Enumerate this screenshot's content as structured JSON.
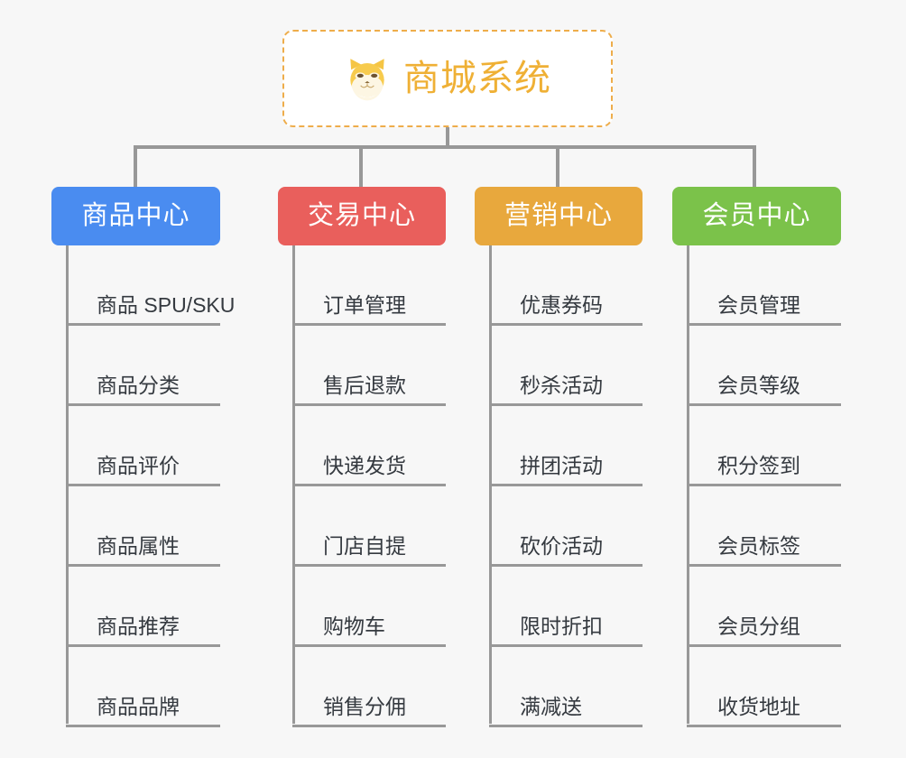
{
  "page": {
    "background_color": "#f7f7f7",
    "type": "mindmap"
  },
  "root": {
    "title": "商城系统",
    "icon": "shiba-inu-dog-emoji",
    "text_color": "#efb035",
    "border_color": "#eead4b",
    "background_color": "#ffffff"
  },
  "connector": {
    "color": "#989898"
  },
  "columns": [
    {
      "header": "商品中心",
      "color": "#4a8cf0",
      "items": [
        "商品 SPU/SKU",
        "商品分类",
        "商品评价",
        "商品属性",
        "商品推荐",
        "商品品牌"
      ]
    },
    {
      "header": "交易中心",
      "color": "#e95f5c",
      "items": [
        "订单管理",
        "售后退款",
        "快递发货",
        "门店自提",
        "购物车",
        "销售分佣"
      ]
    },
    {
      "header": "营销中心",
      "color": "#e8a83d",
      "items": [
        "优惠券码",
        "秒杀活动",
        "拼团活动",
        "砍价活动",
        "限时折扣",
        "满减送"
      ]
    },
    {
      "header": "会员中心",
      "color": "#7bc24a",
      "items": [
        "会员管理",
        "会员等级",
        "积分签到",
        "会员标签",
        "会员分组",
        "收货地址"
      ]
    }
  ]
}
